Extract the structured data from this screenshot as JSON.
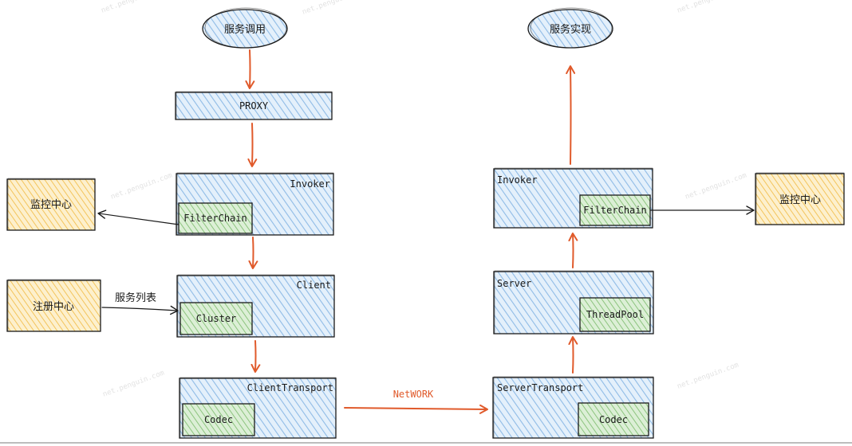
{
  "caller": {
    "start": "服务调用",
    "proxy": "PROXY",
    "invoker": "Invoker",
    "invoker_filter": "FilterChain",
    "client": "Client",
    "client_cluster": "Cluster",
    "client_transport": "ClientTransport",
    "client_codec": "Codec"
  },
  "provider": {
    "end": "服务实现",
    "invoker": "Invoker",
    "invoker_filter": "FilterChain",
    "server": "Server",
    "server_threadpool": "ThreadPool",
    "server_transport": "ServerTransport",
    "server_codec": "Codec"
  },
  "external": {
    "monitor_left": "监控中心",
    "registry": "注册中心",
    "service_list_label": "服务列表",
    "monitor_right": "监控中心"
  },
  "network_label": "NetWORK",
  "colors": {
    "blue_fill": "#cfe3f7",
    "green_fill": "#cfe6c8",
    "yellow_fill": "#fbe6b4",
    "flow_arrow": "#e05a2b",
    "outline": "#1a1a1a"
  }
}
